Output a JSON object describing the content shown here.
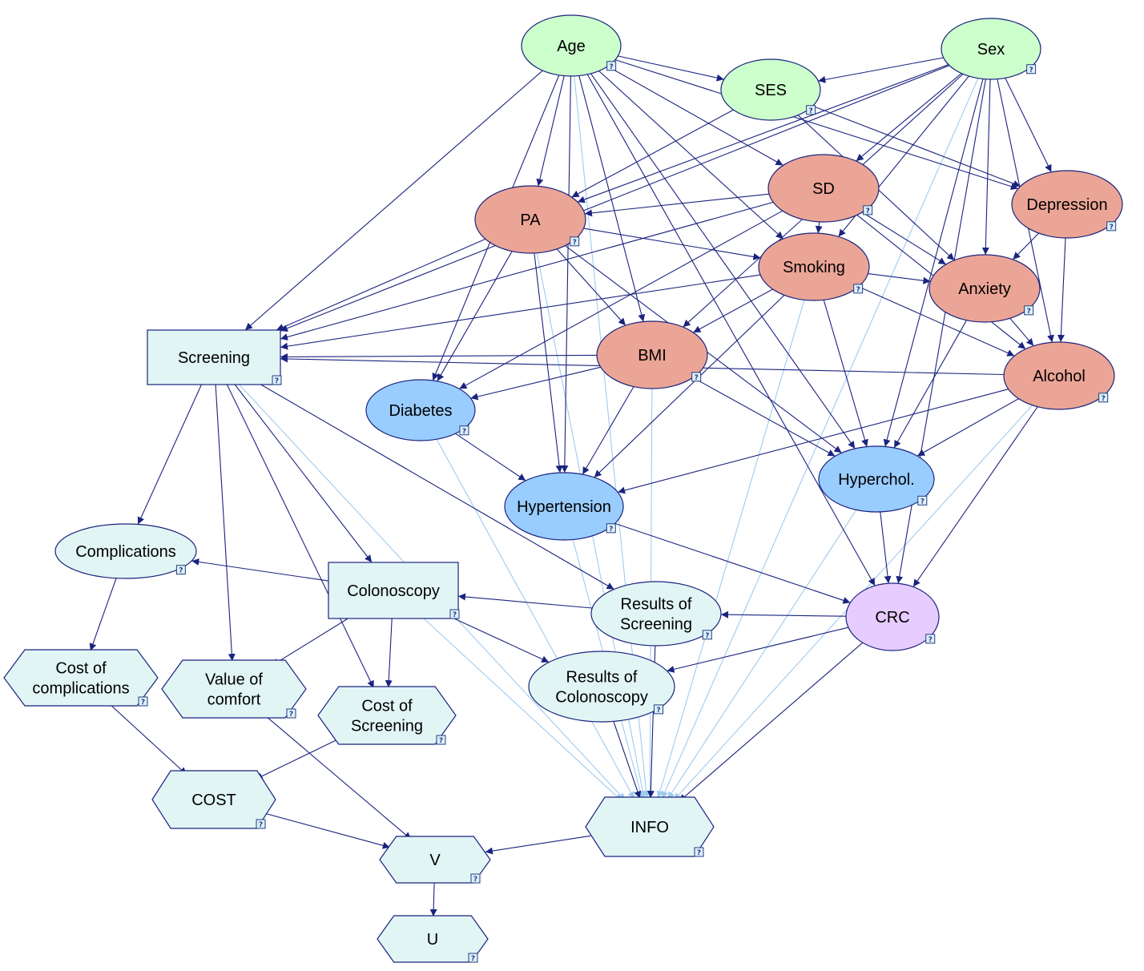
{
  "colors": {
    "background": "#ffffff",
    "outline": "#1a237e",
    "edge_dark": "#1a237e",
    "edge_light": "#9ecbf0",
    "green_node": "#ccffcc",
    "salmon_node": "#eba596",
    "blue_node": "#99ccff",
    "violet_node": "#e7ccff",
    "teal_node": "#e2f5f5",
    "badge_fill": "#dfeffb"
  },
  "badge_symbol": "?",
  "nodes": {
    "age": {
      "label": "Age",
      "shape": "ellipse",
      "color": "green"
    },
    "sex": {
      "label": "Sex",
      "shape": "ellipse",
      "color": "green"
    },
    "ses": {
      "label": "SES",
      "shape": "ellipse",
      "color": "green"
    },
    "sd": {
      "label": "SD",
      "shape": "ellipse",
      "color": "salmon"
    },
    "depression": {
      "label": "Depression",
      "shape": "ellipse",
      "color": "salmon"
    },
    "pa": {
      "label": "PA",
      "shape": "ellipse",
      "color": "salmon"
    },
    "smoking": {
      "label": "Smoking",
      "shape": "ellipse",
      "color": "salmon"
    },
    "anxiety": {
      "label": "Anxiety",
      "shape": "ellipse",
      "color": "salmon"
    },
    "bmi": {
      "label": "BMI",
      "shape": "ellipse",
      "color": "salmon"
    },
    "alcohol": {
      "label": "Alcohol",
      "shape": "ellipse",
      "color": "salmon"
    },
    "screening": {
      "label": "Screening",
      "shape": "rect",
      "color": "teal"
    },
    "diabetes": {
      "label": "Diabetes",
      "shape": "ellipse",
      "color": "blue"
    },
    "hypertension": {
      "label": "Hypertension",
      "shape": "ellipse",
      "color": "blue"
    },
    "hyperchol": {
      "label": "Hyperchol.",
      "shape": "ellipse",
      "color": "blue"
    },
    "complications": {
      "label": "Complications",
      "shape": "ellipse",
      "color": "teal"
    },
    "colonoscopy": {
      "label": "Colonoscopy",
      "shape": "rect",
      "color": "teal"
    },
    "results_screening": {
      "label": "Results of\nScreening",
      "shape": "ellipse",
      "color": "teal"
    },
    "crc": {
      "label": "CRC",
      "shape": "ellipse",
      "color": "violet"
    },
    "results_colonoscopy": {
      "label": "Results of\nColonoscopy",
      "shape": "ellipse",
      "color": "teal"
    },
    "cost_complications": {
      "label": "Cost of\ncomplications",
      "shape": "hexagon",
      "color": "teal"
    },
    "value_comfort": {
      "label": "Value of\ncomfort",
      "shape": "hexagon",
      "color": "teal"
    },
    "cost_screening": {
      "label": "Cost of\nScreening",
      "shape": "hexagon",
      "color": "teal"
    },
    "cost": {
      "label": "COST",
      "shape": "hexagon",
      "color": "teal"
    },
    "info": {
      "label": "INFO",
      "shape": "hexagon",
      "color": "teal"
    },
    "v": {
      "label": "V",
      "shape": "hexagon",
      "color": "teal"
    },
    "u": {
      "label": "U",
      "shape": "hexagon",
      "color": "teal"
    }
  },
  "edges": [
    {
      "from": "age",
      "to": "ses",
      "style": "dark"
    },
    {
      "from": "age",
      "to": "sd",
      "style": "dark"
    },
    {
      "from": "age",
      "to": "depression",
      "style": "dark"
    },
    {
      "from": "age",
      "to": "pa",
      "style": "dark"
    },
    {
      "from": "age",
      "to": "smoking",
      "style": "dark"
    },
    {
      "from": "age",
      "to": "bmi",
      "style": "dark"
    },
    {
      "from": "age",
      "to": "diabetes",
      "style": "dark"
    },
    {
      "from": "age",
      "to": "hypertension",
      "style": "dark"
    },
    {
      "from": "age",
      "to": "hyperchol",
      "style": "dark"
    },
    {
      "from": "age",
      "to": "crc",
      "style": "dark"
    },
    {
      "from": "age",
      "to": "screening",
      "style": "dark"
    },
    {
      "from": "age",
      "to": "info",
      "style": "light"
    },
    {
      "from": "sex",
      "to": "ses",
      "style": "dark"
    },
    {
      "from": "sex",
      "to": "sd",
      "style": "dark"
    },
    {
      "from": "sex",
      "to": "depression",
      "style": "dark"
    },
    {
      "from": "sex",
      "to": "pa",
      "style": "dark"
    },
    {
      "from": "sex",
      "to": "smoking",
      "style": "dark"
    },
    {
      "from": "sex",
      "to": "anxiety",
      "style": "dark"
    },
    {
      "from": "sex",
      "to": "bmi",
      "style": "dark"
    },
    {
      "from": "sex",
      "to": "alcohol",
      "style": "dark"
    },
    {
      "from": "sex",
      "to": "hyperchol",
      "style": "dark"
    },
    {
      "from": "sex",
      "to": "crc",
      "style": "dark"
    },
    {
      "from": "sex",
      "to": "screening",
      "style": "dark"
    },
    {
      "from": "sex",
      "to": "info",
      "style": "light"
    },
    {
      "from": "ses",
      "to": "pa",
      "style": "dark"
    },
    {
      "from": "ses",
      "to": "depression",
      "style": "dark"
    },
    {
      "from": "ses",
      "to": "anxiety",
      "style": "dark"
    },
    {
      "from": "sd",
      "to": "pa",
      "style": "dark"
    },
    {
      "from": "sd",
      "to": "smoking",
      "style": "dark"
    },
    {
      "from": "sd",
      "to": "anxiety",
      "style": "dark"
    },
    {
      "from": "sd",
      "to": "alcohol",
      "style": "dark"
    },
    {
      "from": "sd",
      "to": "diabetes",
      "style": "dark"
    },
    {
      "from": "sd",
      "to": "screening",
      "style": "dark"
    },
    {
      "from": "depression",
      "to": "anxiety",
      "style": "dark"
    },
    {
      "from": "depression",
      "to": "alcohol",
      "style": "dark"
    },
    {
      "from": "pa",
      "to": "smoking",
      "style": "dark"
    },
    {
      "from": "pa",
      "to": "bmi",
      "style": "dark"
    },
    {
      "from": "pa",
      "to": "diabetes",
      "style": "dark"
    },
    {
      "from": "pa",
      "to": "hypertension",
      "style": "dark"
    },
    {
      "from": "pa",
      "to": "hyperchol",
      "style": "dark"
    },
    {
      "from": "pa",
      "to": "screening",
      "style": "dark"
    },
    {
      "from": "pa",
      "to": "info",
      "style": "light"
    },
    {
      "from": "smoking",
      "to": "anxiety",
      "style": "dark"
    },
    {
      "from": "smoking",
      "to": "alcohol",
      "style": "dark"
    },
    {
      "from": "smoking",
      "to": "bmi",
      "style": "dark"
    },
    {
      "from": "smoking",
      "to": "hypertension",
      "style": "dark"
    },
    {
      "from": "smoking",
      "to": "hyperchol",
      "style": "dark"
    },
    {
      "from": "smoking",
      "to": "screening",
      "style": "dark"
    },
    {
      "from": "smoking",
      "to": "info",
      "style": "light"
    },
    {
      "from": "anxiety",
      "to": "alcohol",
      "style": "dark"
    },
    {
      "from": "anxiety",
      "to": "hyperchol",
      "style": "dark"
    },
    {
      "from": "bmi",
      "to": "diabetes",
      "style": "dark"
    },
    {
      "from": "bmi",
      "to": "hypertension",
      "style": "dark"
    },
    {
      "from": "bmi",
      "to": "hyperchol",
      "style": "dark"
    },
    {
      "from": "bmi",
      "to": "screening",
      "style": "dark"
    },
    {
      "from": "bmi",
      "to": "info",
      "style": "light"
    },
    {
      "from": "alcohol",
      "to": "hypertension",
      "style": "dark"
    },
    {
      "from": "alcohol",
      "to": "hyperchol",
      "style": "dark"
    },
    {
      "from": "alcohol",
      "to": "crc",
      "style": "dark"
    },
    {
      "from": "alcohol",
      "to": "screening",
      "style": "dark"
    },
    {
      "from": "alcohol",
      "to": "info",
      "style": "light"
    },
    {
      "from": "diabetes",
      "to": "hypertension",
      "style": "dark"
    },
    {
      "from": "diabetes",
      "to": "info",
      "style": "light"
    },
    {
      "from": "hypertension",
      "to": "crc",
      "style": "dark"
    },
    {
      "from": "hypertension",
      "to": "info",
      "style": "light"
    },
    {
      "from": "hyperchol",
      "to": "crc",
      "style": "dark"
    },
    {
      "from": "hyperchol",
      "to": "info",
      "style": "light"
    },
    {
      "from": "screening",
      "to": "complications",
      "style": "dark"
    },
    {
      "from": "screening",
      "to": "value_comfort",
      "style": "dark"
    },
    {
      "from": "screening",
      "to": "cost_screening",
      "style": "dark"
    },
    {
      "from": "screening",
      "to": "colonoscopy",
      "style": "dark"
    },
    {
      "from": "screening",
      "to": "results_screening",
      "style": "dark"
    },
    {
      "from": "screening",
      "to": "info",
      "style": "light"
    },
    {
      "from": "colonoscopy",
      "to": "complications",
      "style": "dark"
    },
    {
      "from": "colonoscopy",
      "to": "value_comfort",
      "style": "dark"
    },
    {
      "from": "colonoscopy",
      "to": "cost_screening",
      "style": "dark"
    },
    {
      "from": "colonoscopy",
      "to": "results_colonoscopy",
      "style": "dark"
    },
    {
      "from": "colonoscopy",
      "to": "info",
      "style": "light"
    },
    {
      "from": "results_screening",
      "to": "colonoscopy",
      "style": "dark"
    },
    {
      "from": "results_screening",
      "to": "info",
      "style": "dark"
    },
    {
      "from": "crc",
      "to": "results_screening",
      "style": "dark"
    },
    {
      "from": "crc",
      "to": "results_colonoscopy",
      "style": "dark"
    },
    {
      "from": "crc",
      "to": "info",
      "style": "dark"
    },
    {
      "from": "results_colonoscopy",
      "to": "info",
      "style": "dark"
    },
    {
      "from": "complications",
      "to": "cost_complications",
      "style": "dark"
    },
    {
      "from": "cost_complications",
      "to": "cost",
      "style": "dark"
    },
    {
      "from": "cost_screening",
      "to": "cost",
      "style": "dark"
    },
    {
      "from": "value_comfort",
      "to": "v",
      "style": "dark"
    },
    {
      "from": "cost",
      "to": "v",
      "style": "dark"
    },
    {
      "from": "info",
      "to": "v",
      "style": "dark"
    },
    {
      "from": "v",
      "to": "u",
      "style": "dark"
    }
  ]
}
